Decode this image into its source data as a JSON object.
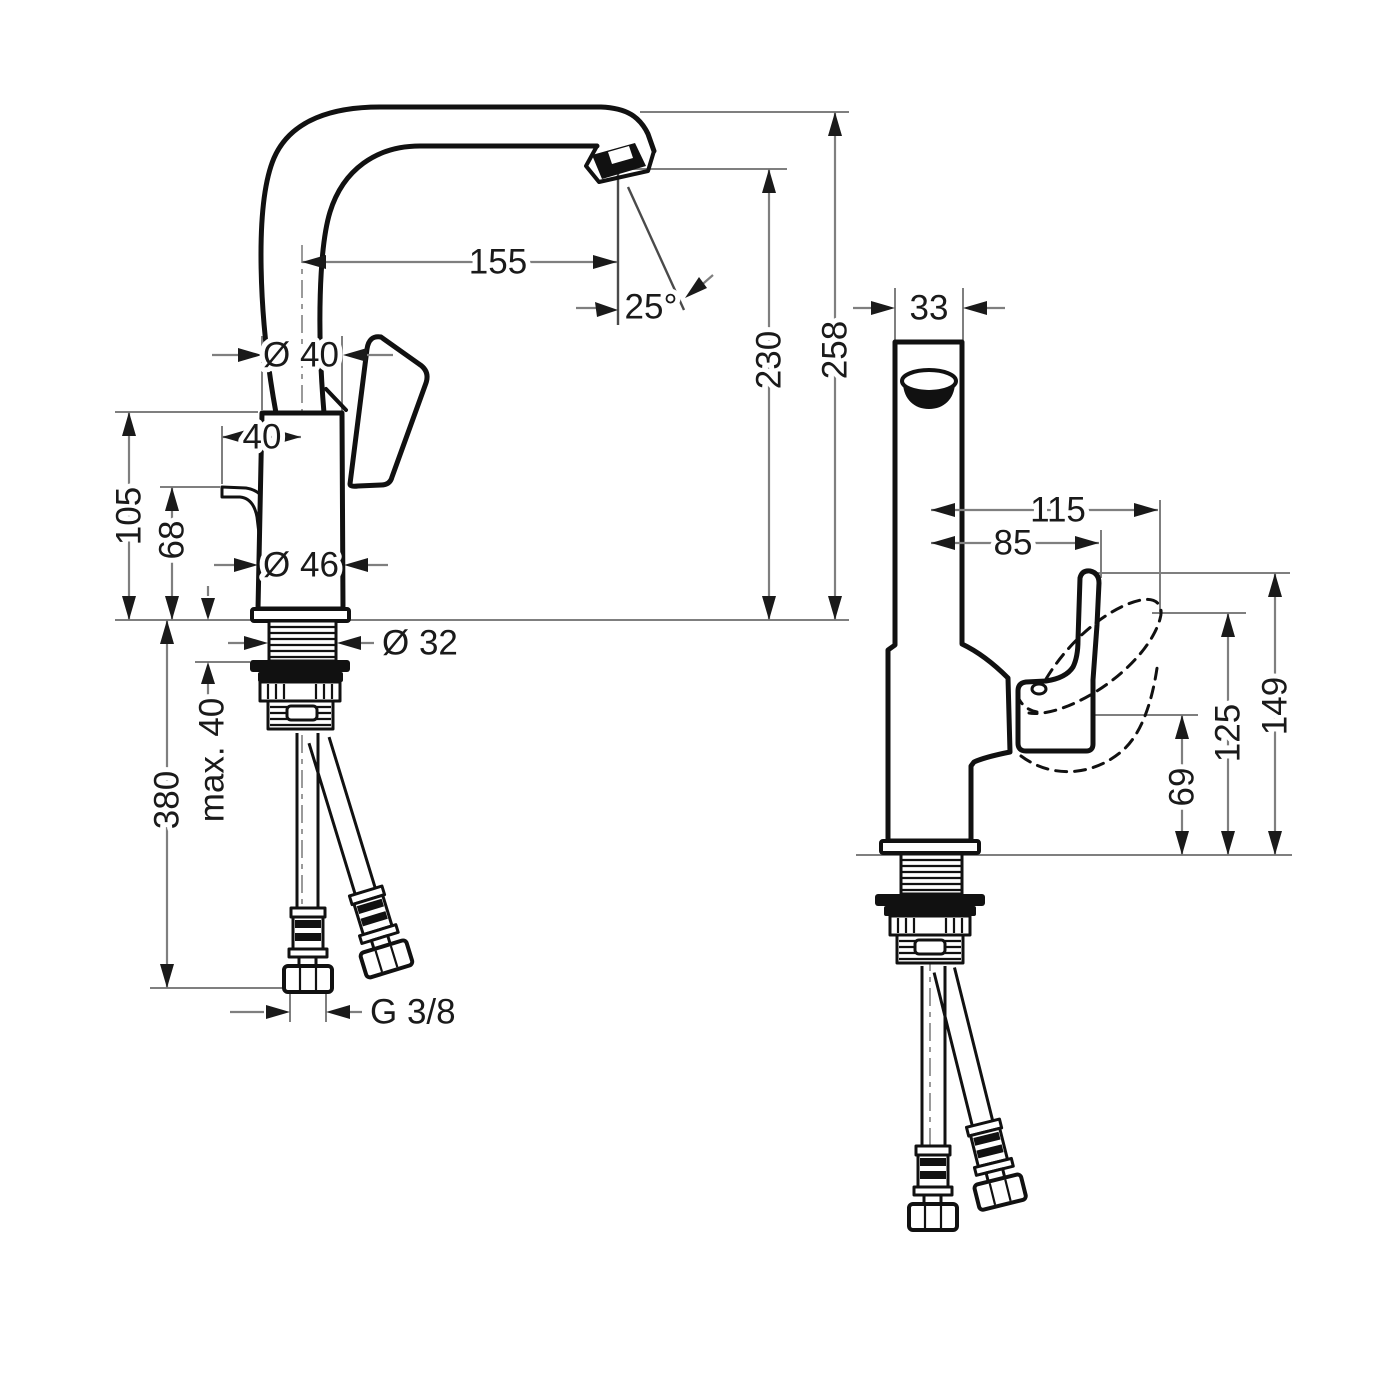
{
  "drawing": {
    "type": "technical-dimension-diagram",
    "subject": "single-hole basin mixer faucet with swivel spout and supply hoses",
    "views": {
      "front": "front view",
      "side": "side view"
    }
  },
  "dims": {
    "d155": "155",
    "d25": "25°",
    "dia40": "Ø 40",
    "w40": "40",
    "h105": "105",
    "h68": "68",
    "dia46": "Ø 46",
    "dia32": "Ø 32",
    "max40": "max. 40",
    "h380": "380",
    "g38": "G 3/8",
    "h230": "230",
    "h258": "258",
    "w33": "33",
    "w115": "115",
    "w85": "85",
    "h149": "149",
    "h125": "125",
    "h69": "69"
  },
  "colors": {
    "background": "#ffffff",
    "outline": "#111111",
    "dimension_line": "#7f7f7f",
    "text": "#1a1a1a"
  }
}
